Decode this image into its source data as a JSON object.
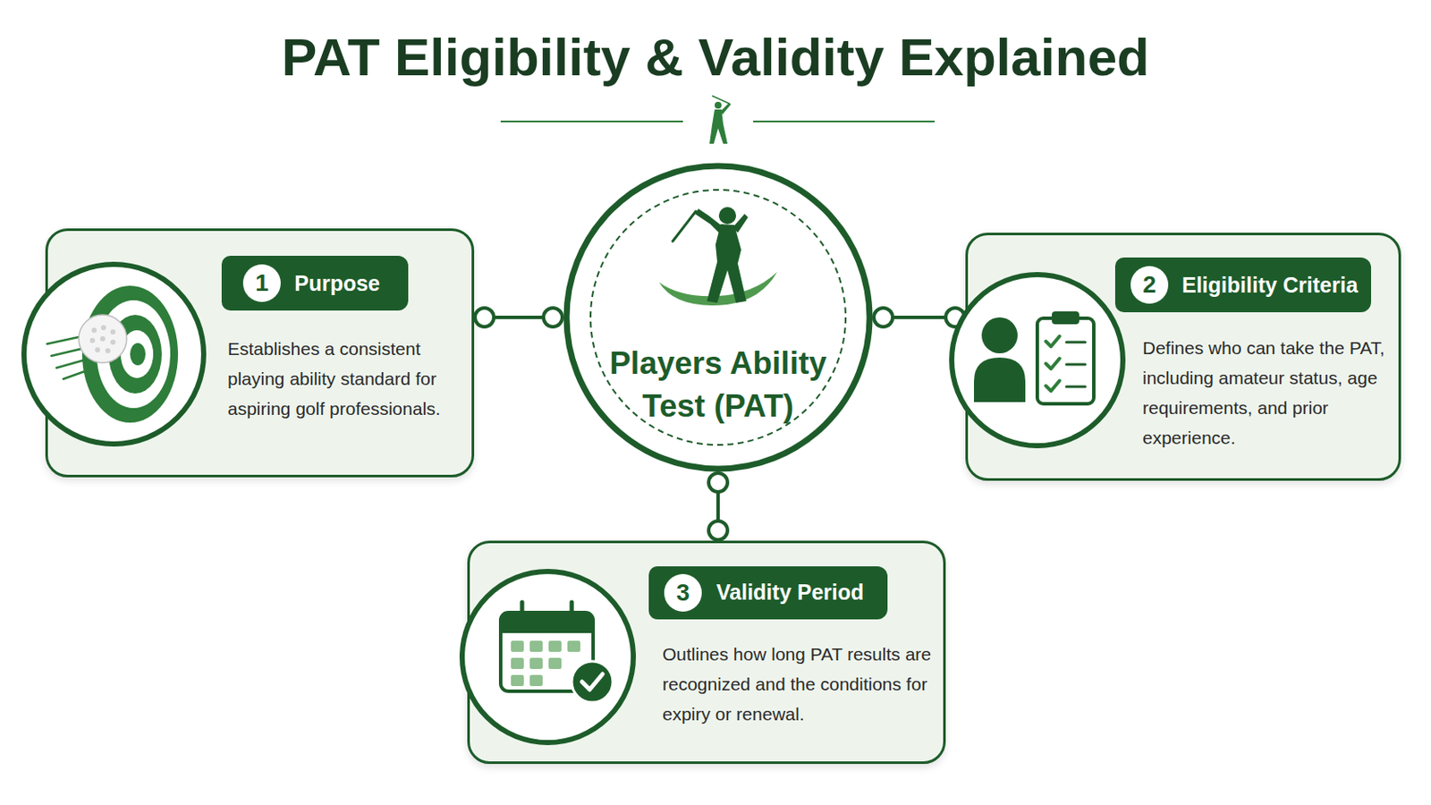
{
  "diagram": {
    "title": "PAT Eligibility & Validity Explained",
    "nodes": [
      {
        "text": [
          "1",
          "Purpose",
          "Establishes a consistent playing ability standard for aspiring golf professionals."
        ]
      },
      {
        "text": [
          "Players Ability Test (PAT)"
        ]
      },
      {
        "text": [
          "2",
          "Eligibility Criteria",
          "Defines who can take the PAT, including amateur status, age requirements, and prior experience."
        ]
      },
      {
        "text": [
          "3",
          "Validity Period",
          "Outlines how long PAT results are recognized and the conditions for expiry or renewal."
        ]
      }
    ],
    "edges": [
      {
        "from": 1,
        "to": 0,
        "arrow": "none"
      },
      {
        "from": 1,
        "to": 2,
        "arrow": "none"
      },
      {
        "from": 1,
        "to": 3,
        "arrow": "none"
      }
    ]
  }
}
